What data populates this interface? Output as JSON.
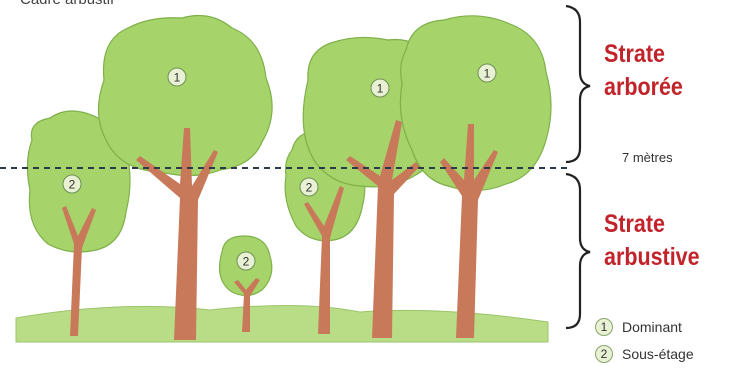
{
  "top_cut_text": "Cadre arbustif",
  "strata": {
    "arboree": {
      "line1": "Strate",
      "line2": "arborée"
    },
    "arbustive": {
      "line1": "Strate",
      "line2": "arbustive"
    }
  },
  "height_label": "7 mètres",
  "legend": [
    {
      "num": "1",
      "label": "Dominant"
    },
    {
      "num": "2",
      "label": "Sous-étage"
    }
  ],
  "tree_labels": {
    "dominant": "1",
    "understory": "2"
  },
  "colors": {
    "tree_crown": "#a6d36a",
    "tree_crown_outline": "#7fb04a",
    "trunk": "#c8795a",
    "ground": "#b9dd86",
    "title_red": "#c2232a",
    "line": "#2b3a4a"
  }
}
